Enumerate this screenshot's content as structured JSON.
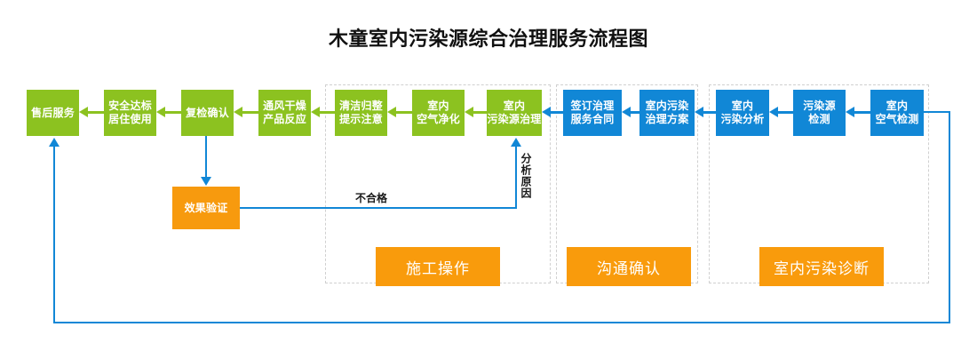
{
  "title": "木童室内污染源综合治理服务流程图",
  "colors": {
    "green": "#8cc220",
    "blue": "#1187d6",
    "orange": "#f99b0c",
    "dashed_border": "#d0d0d0",
    "title_text": "#111111"
  },
  "nodes": {
    "green_row": [
      {
        "id": "after-sales-service",
        "label": "售后服务"
      },
      {
        "id": "safe-standard-living",
        "label": "安全达标\n居住使用",
        "line1": "安全达标",
        "line2": "居住使用"
      },
      {
        "id": "recheck-confirm",
        "label": "复检确认"
      },
      {
        "id": "ventilate-dry-react",
        "label": "通风干燥\n产品反应",
        "line1": "通风干燥",
        "line2": "产品反应"
      },
      {
        "id": "clean-tidy-notice",
        "label": "清洁归整\n提示注意",
        "line1": "清洁归整",
        "line2": "提示注意"
      },
      {
        "id": "indoor-air-purify",
        "label": "室内\n空气净化",
        "line1": "室内",
        "line2": "空气净化"
      },
      {
        "id": "indoor-source-treat",
        "label": "室内\n污染源治理",
        "line1": "室内",
        "line2": "污染源治理"
      }
    ],
    "blue_row": [
      {
        "id": "sign-service-contract",
        "line1": "签订治理",
        "line2": "服务合同"
      },
      {
        "id": "indoor-treatment-plan",
        "line1": "室内污染",
        "line2": "治理方案"
      },
      {
        "id": "indoor-pollution-analysis",
        "line1": "室内",
        "line2": "污染分析"
      },
      {
        "id": "source-detection",
        "line1": "污染源",
        "line2": "检测"
      },
      {
        "id": "indoor-air-detection",
        "line1": "室内",
        "line2": "空气检测"
      }
    ],
    "effect_verification": {
      "id": "effect-verification",
      "label": "效果验证"
    }
  },
  "section_labels": [
    {
      "id": "construction-operation",
      "label": "施工操作"
    },
    {
      "id": "communication-confirm",
      "label": "沟通确认"
    },
    {
      "id": "indoor-pollution-diagnosis",
      "label": "室内污染诊断"
    }
  ],
  "edge_labels": {
    "fail": "不合格",
    "analyze_cause": "分析原因"
  }
}
